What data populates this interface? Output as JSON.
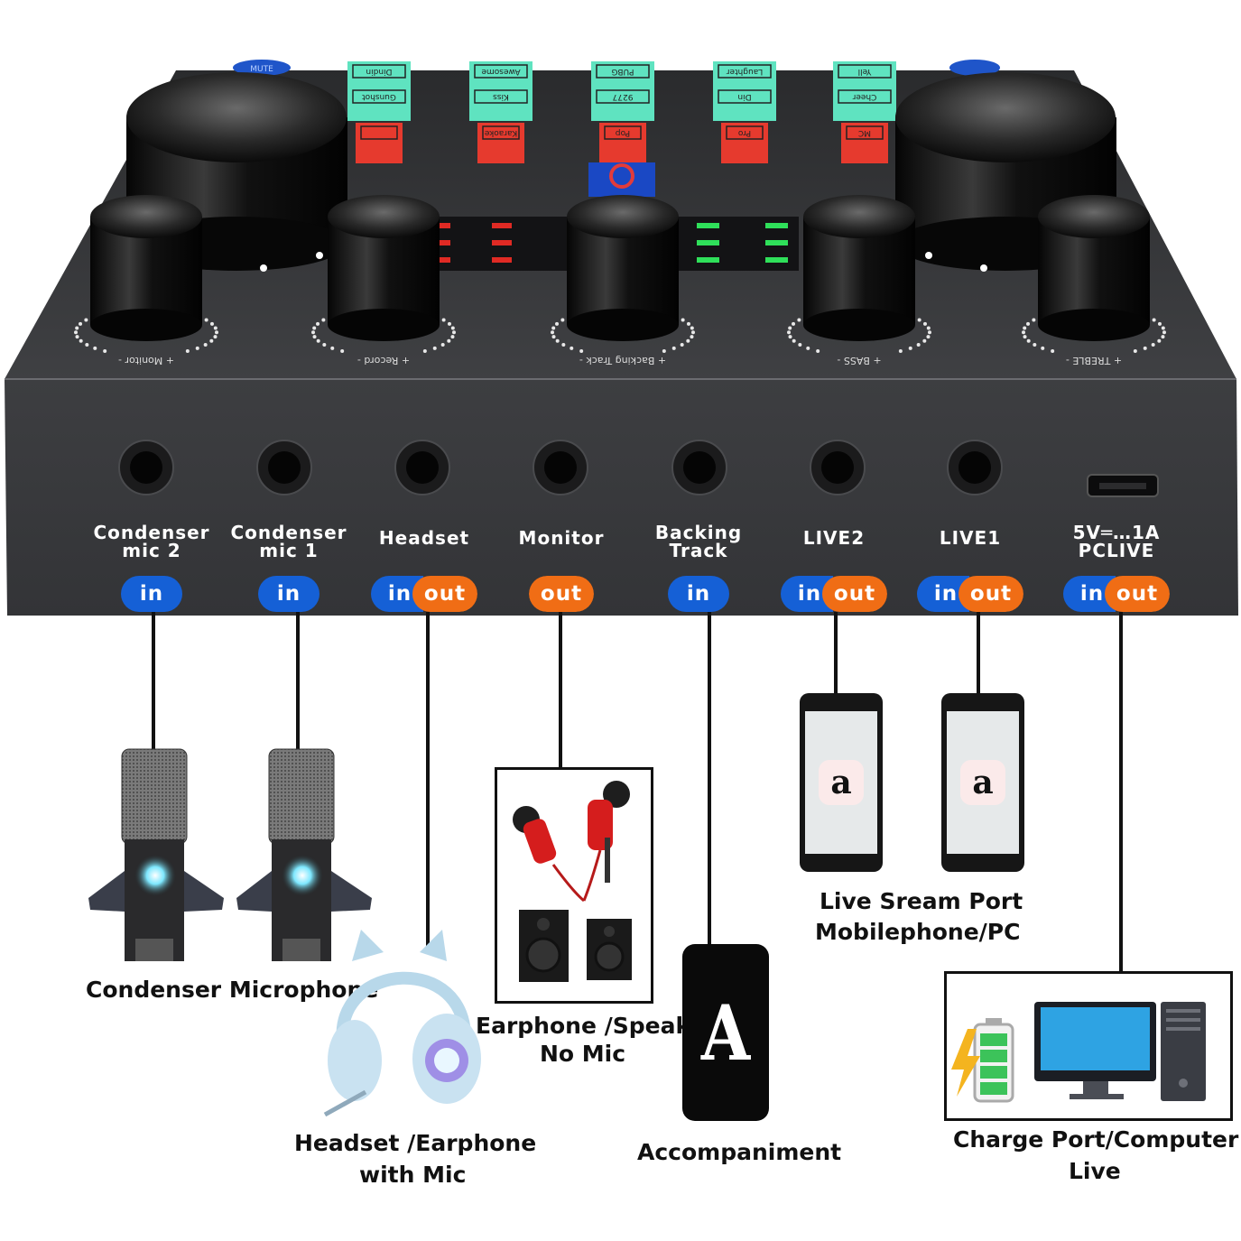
{
  "top_buttons": [
    {
      "label": "Dindin",
      "color": "#5fe3c0"
    },
    {
      "label": "Awesome",
      "color": "#5fe3c0"
    },
    {
      "label": "PUBG",
      "color": "#5fe3c0"
    },
    {
      "label": "Laughter",
      "color": "#5fe3c0"
    },
    {
      "label": "Yell",
      "color": "#5fe3c0"
    },
    {
      "label": "Gunshot",
      "color": "#5fe3c0"
    },
    {
      "label": "Kiss",
      "color": "#5fe3c0"
    },
    {
      "label": "9277",
      "color": "#5fe3c0"
    },
    {
      "label": "Din",
      "color": "#5fe3c0"
    },
    {
      "label": "Cheer",
      "color": "#5fe3c0"
    },
    {
      "label": "",
      "color": "#e63a2e"
    },
    {
      "label": "Karaoke",
      "color": "#e63a2e"
    },
    {
      "label": "Pop",
      "color": "#e63a2e"
    },
    {
      "label": "Pro",
      "color": "#e63a2e"
    },
    {
      "label": "MC",
      "color": "#e63a2e"
    }
  ],
  "mute_left": "MUTE",
  "knob_labels": [
    "+ Monitor -",
    "+ Record -",
    "+ Backing Track -",
    "+ BASS -",
    "+ TREBLE -"
  ],
  "ports": [
    {
      "line1": "Condenser",
      "line2": "mic 2",
      "in": "in",
      "out": ""
    },
    {
      "line1": "Condenser",
      "line2": "mic 1",
      "in": "in",
      "out": ""
    },
    {
      "line1": "Headset",
      "line2": "",
      "in": "in",
      "out": "out"
    },
    {
      "line1": "Monitor",
      "line2": "",
      "in": "",
      "out": "out"
    },
    {
      "line1": "Backing",
      "line2": "Track",
      "in": "in",
      "out": ""
    },
    {
      "line1": "LIVE2",
      "line2": "",
      "in": "in",
      "out": "out"
    },
    {
      "line1": "LIVE1",
      "line2": "",
      "in": "in",
      "out": "out"
    },
    {
      "line1": "5V═…1A",
      "line2": "PCLIVE",
      "in": "in",
      "out": "out"
    }
  ],
  "phone_glyph": "a",
  "accompaniment_glyph": "A",
  "captions": {
    "condenser": "Condenser Microphone",
    "headset_1": "Headset /Earphone",
    "headset_2": "with Mic",
    "earphone_1": "Earphone /Speaker",
    "earphone_2": "No Mic",
    "accompaniment": "Accompaniment",
    "live_1": "Live Sream Port",
    "live_2": "Mobilephone/PC",
    "charge_1": "Charge Port/Computer",
    "charge_2": "Live"
  },
  "colors": {
    "in": "#1560d6",
    "out": "#f06d15",
    "device": "#3a3b3d"
  }
}
